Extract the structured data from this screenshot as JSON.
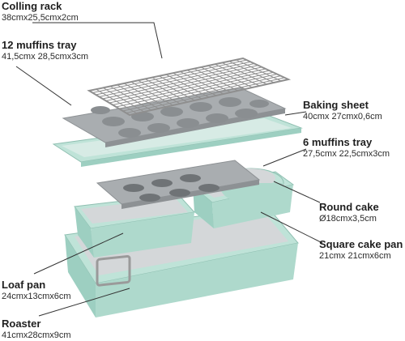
{
  "labels": {
    "colling_rack": {
      "name": "Colling rack",
      "dims": "38cmx25,5cmx2cm"
    },
    "muffins_12": {
      "name": "12 muffins tray",
      "dims": "41,5cmx 28,5cmx3cm"
    },
    "baking_sheet": {
      "name": "Baking sheet",
      "dims": "40cmx 27cmx0,6cm"
    },
    "muffins_6": {
      "name": "6 muffins tray",
      "dims": "27,5cmx 22,5cmx3cm"
    },
    "round_cake": {
      "name": "Round cake",
      "dims": "Ø18cmx3,5cm"
    },
    "square_cake": {
      "name": "Square cake pan",
      "dims": "21cmx 21cmx6cm"
    },
    "loaf_pan": {
      "name": "Loaf pan",
      "dims": "24cmx13cmx6cm"
    },
    "roaster": {
      "name": "Roaster",
      "dims": "41cmx28cmx9cm"
    }
  },
  "colors": {
    "mint": "#bfe3d8",
    "mint_dark": "#9dcfc1",
    "grey_tray": "#a9adb0",
    "grey_light": "#c7cacc",
    "rack_wire": "#8f8f8f",
    "leader_line": "#333333"
  }
}
